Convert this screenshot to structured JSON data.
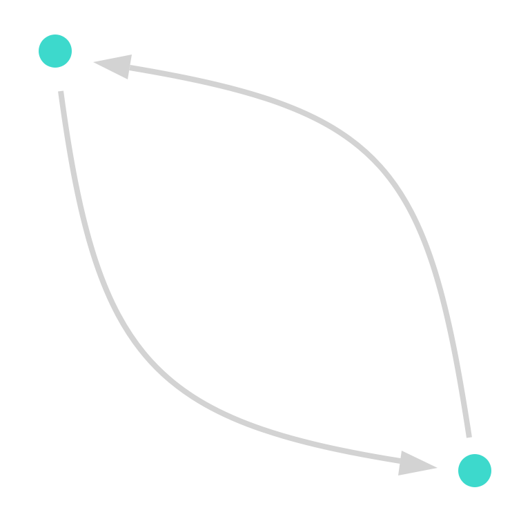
{
  "diagram": {
    "type": "directed-graph",
    "nodes": [
      {
        "id": "node-a"
      },
      {
        "id": "node-b"
      }
    ],
    "edges": [
      {
        "from": "node-b",
        "to": "node-a",
        "directed": true
      },
      {
        "from": "node-a",
        "to": "node-b",
        "directed": true
      }
    ]
  },
  "colors": {
    "node": "#3dd9cc",
    "edge": "#d3d3d3",
    "background": "#ffffff"
  }
}
